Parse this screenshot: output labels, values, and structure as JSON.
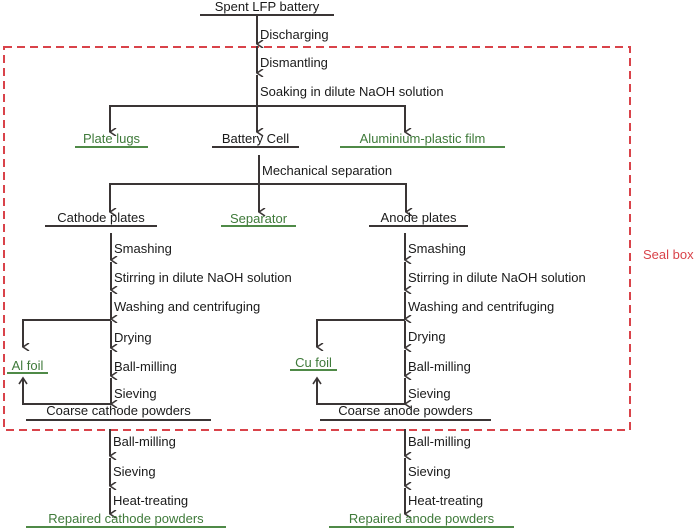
{
  "colors": {
    "main_text": "#1a1a1a",
    "byproduct_text": "#3f7a3a",
    "byproduct_line": "#4f8a47",
    "flow_line": "#3a3535",
    "seal_box": "#d9434a"
  },
  "seal_box_label": "Seal box",
  "nodes": {
    "spent_battery": "Spent LFP battery",
    "plate_lugs": "Plate lugs",
    "battery_cell": "Battery Cell",
    "al_plastic_film": "Aluminium-plastic film",
    "cathode_plates": "Cathode plates",
    "separator": "Separator",
    "anode_plates": "Anode plates",
    "al_foil": "Al foil",
    "cu_foil": "Cu foil",
    "coarse_cathode": "Coarse cathode powders",
    "coarse_anode": "Coarse anode powders",
    "repaired_cathode": "Repaired cathode powders",
    "repaired_anode": "Repaired anode powders"
  },
  "steps": {
    "top": [
      "Discharging",
      "Dismantling",
      "Soaking in dilute NaOH solution"
    ],
    "cell": "Mechanical separation",
    "cathode_inner": [
      "Smashing",
      "Stirring in dilute NaOH solution",
      "Washing and centrifuging",
      "Drying",
      "Ball-milling",
      "Sieving"
    ],
    "anode_inner": [
      "Smashing",
      "Stirring in dilute NaOH solution",
      "Washing and centrifuging",
      "Drying",
      "Ball-milling",
      "Sieving"
    ],
    "cathode_outer": [
      "Ball-milling",
      "Sieving",
      "Heat-treating"
    ],
    "anode_outer": [
      "Ball-milling",
      "Sieving",
      "Heat-treating"
    ]
  }
}
